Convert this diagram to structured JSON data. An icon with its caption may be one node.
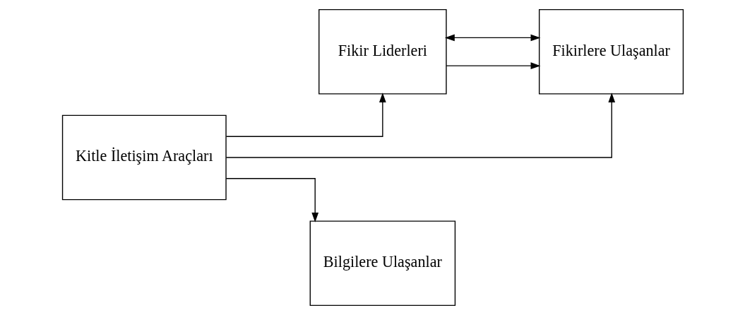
{
  "diagram": {
    "nodes": [
      {
        "text": [
          "Kitle İletişim Araçları"
        ]
      },
      {
        "text": [
          "Fikir Liderleri"
        ]
      },
      {
        "text": [
          "Fikirlere Ulaşanlar"
        ]
      },
      {
        "text": [
          "Bilgilere Ulaşanlar"
        ]
      }
    ],
    "edges": [
      {
        "from": 0,
        "to": 1,
        "arrow": "to"
      },
      {
        "from": 1,
        "to": 2,
        "arrow": "to"
      },
      {
        "from": 1,
        "to": 2,
        "arrow": "both"
      },
      {
        "from": 0,
        "to": 2,
        "arrow": "to"
      },
      {
        "from": 0,
        "to": 3,
        "arrow": "to"
      }
    ]
  }
}
